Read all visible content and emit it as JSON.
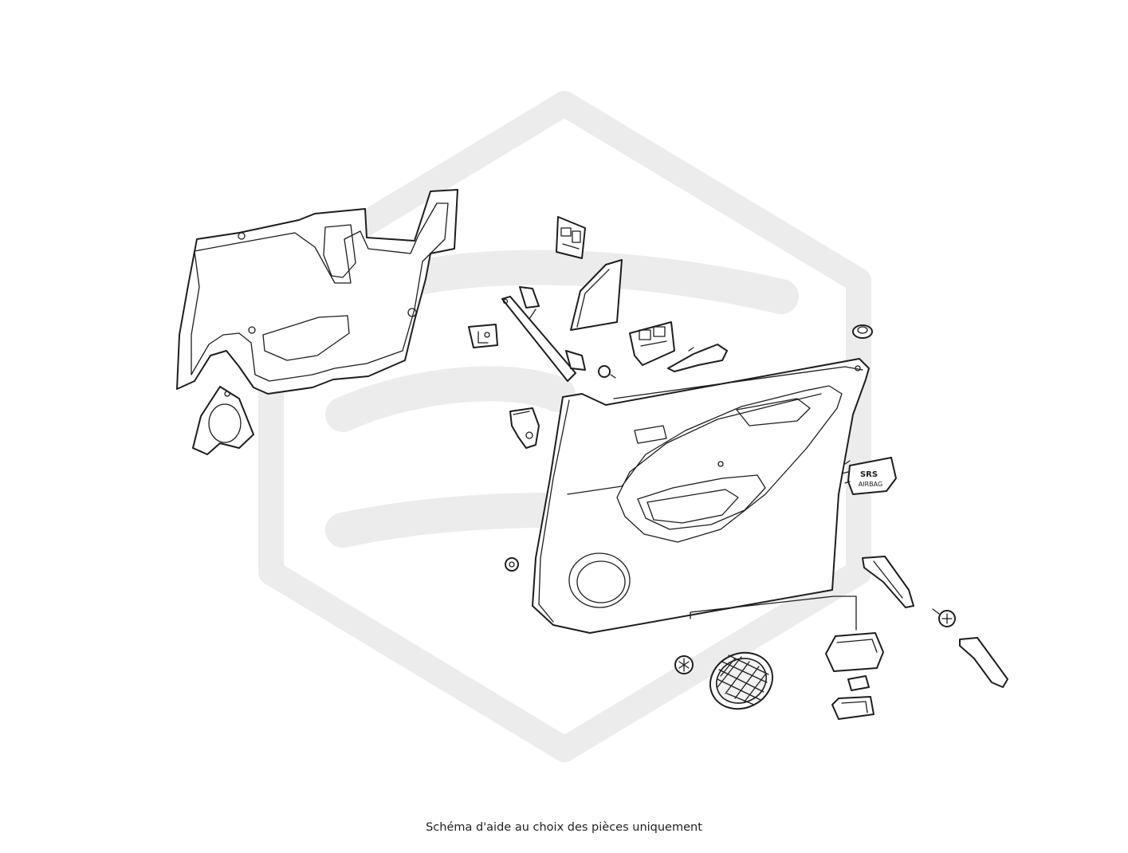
{
  "caption": "Schéma d'aide au choix des pièces uniquement",
  "badge": {
    "line1": "SRS",
    "line2": "AIRBAG"
  },
  "colors": {
    "line": "#1e1e1e",
    "watermark": "#ececec",
    "background": "#ffffff"
  },
  "watermark_icon": "hexagon-logo-icon"
}
